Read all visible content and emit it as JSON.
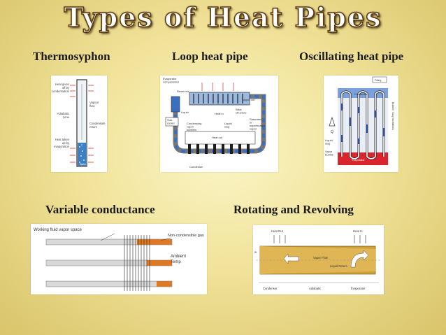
{
  "slide": {
    "title": "Types of Heat Pipes",
    "types": [
      {
        "label": "Thermosyphon"
      },
      {
        "label": "Loop heat pipe"
      },
      {
        "label": "Oscillating heat pipe"
      },
      {
        "label": "Variable conductance"
      },
      {
        "label": "Rotating and Revolving"
      }
    ]
  },
  "thermosyphon": {
    "heat_given_off": [
      "Heat given",
      "off by",
      "condensation"
    ],
    "vapour_flow": [
      "Vapour",
      "flow"
    ],
    "adiabatic_zone": [
      "Adiabatic",
      "zone"
    ],
    "condensate_return": [
      "Condensate",
      "return"
    ],
    "heat_taken_up": [
      "Heat taken",
      "up by",
      "evaporation"
    ],
    "water": "Water"
  },
  "loop": {
    "evaporator_compensator": [
      "Evaporator",
      "compensator"
    ],
    "reservoir": "Reservoir",
    "liquid": "Liquid",
    "heat_in": "Heat in",
    "vapor_out": "Vapor out",
    "sub_cooler": [
      "Sub-",
      "cooler"
    ],
    "condensing_vapor_bubbles": [
      "Condensing",
      "vapor",
      "bubbles"
    ],
    "liquid_slug": [
      "Liquid",
      "slug"
    ],
    "wick_structure": [
      "Wick",
      "structure"
    ],
    "saturated": [
      "Saturated",
      "or",
      "superheated",
      "vapor"
    ],
    "heat_out": "Heat out",
    "condenser": "Condenser"
  },
  "oscillating": {
    "filling": "Filling",
    "condenser": "Condenser",
    "liquid_slug": [
      "Liquid",
      "slug"
    ],
    "vapor_bubble": [
      "Vapor",
      "bubble"
    ],
    "evaporator": "Evaporator",
    "oscillations": "Bubble / Slug oscillations",
    "q": "Q"
  },
  "variable": {
    "working_fluid": "Working fluid vapor space",
    "non_condensible": "Non-condensible gas",
    "ambient_temp": [
      "Ambient",
      "Temp"
    ]
  },
  "rotating": {
    "heat_out": "Heat Out",
    "heat_in": "Heat In",
    "vapor_flow": "Vapor Flow",
    "liquid_return": "Liquid Return",
    "omega": "w",
    "condenser": "Condenser",
    "adiabatic": "Adiabatic",
    "evaporator": "Evaporator"
  }
}
